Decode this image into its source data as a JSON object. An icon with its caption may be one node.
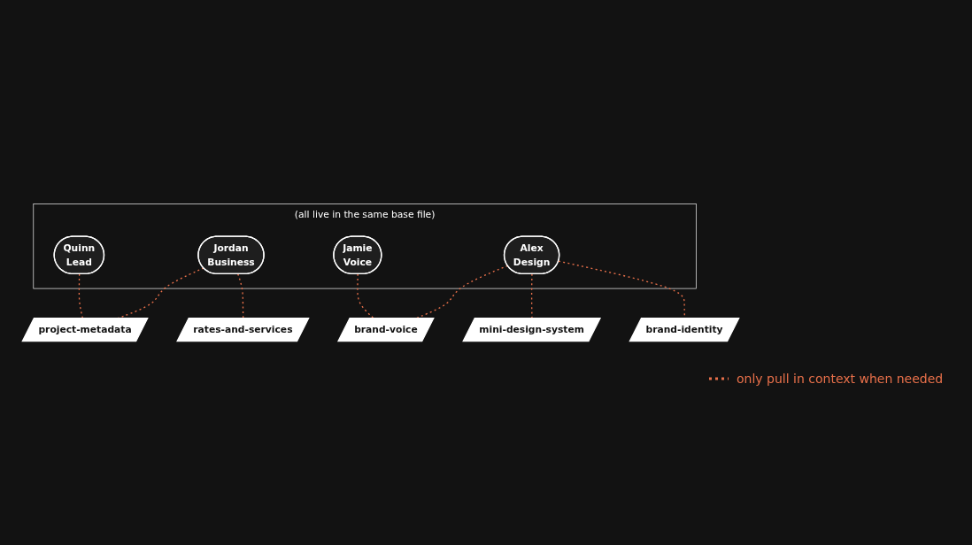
{
  "diagram": {
    "nodes": [
      {
        "text": [
          "(all live in the same base file)"
        ]
      },
      {
        "text": [
          "Quinn",
          "Lead"
        ],
        "in": 0
      },
      {
        "text": [
          "Jordan",
          "Business"
        ],
        "in": 0
      },
      {
        "text": [
          "Jamie",
          "Voice"
        ],
        "in": 0
      },
      {
        "text": [
          "Alex",
          "Design"
        ],
        "in": 0
      },
      {
        "text": [
          "project-metadata"
        ]
      },
      {
        "text": [
          "rates-and-services"
        ]
      },
      {
        "text": [
          "brand-voice"
        ]
      },
      {
        "text": [
          "mini-design-system"
        ]
      },
      {
        "text": [
          "brand-identity"
        ]
      }
    ],
    "edges": [
      {
        "from": 1,
        "to": 5,
        "arrow": "none",
        "style": "dashed"
      },
      {
        "from": 2,
        "to": 5,
        "arrow": "none",
        "style": "dashed"
      },
      {
        "from": 2,
        "to": 6,
        "arrow": "none",
        "style": "dashed"
      },
      {
        "from": 3,
        "to": 7,
        "arrow": "none",
        "style": "dashed"
      },
      {
        "from": 4,
        "to": 7,
        "arrow": "none",
        "style": "dashed"
      },
      {
        "from": 4,
        "to": 8,
        "arrow": "none",
        "style": "dashed"
      },
      {
        "from": 4,
        "to": 9,
        "arrow": "none",
        "style": "dashed"
      }
    ],
    "legend": [
      {
        "text": "only pull in context when needed"
      }
    ]
  }
}
